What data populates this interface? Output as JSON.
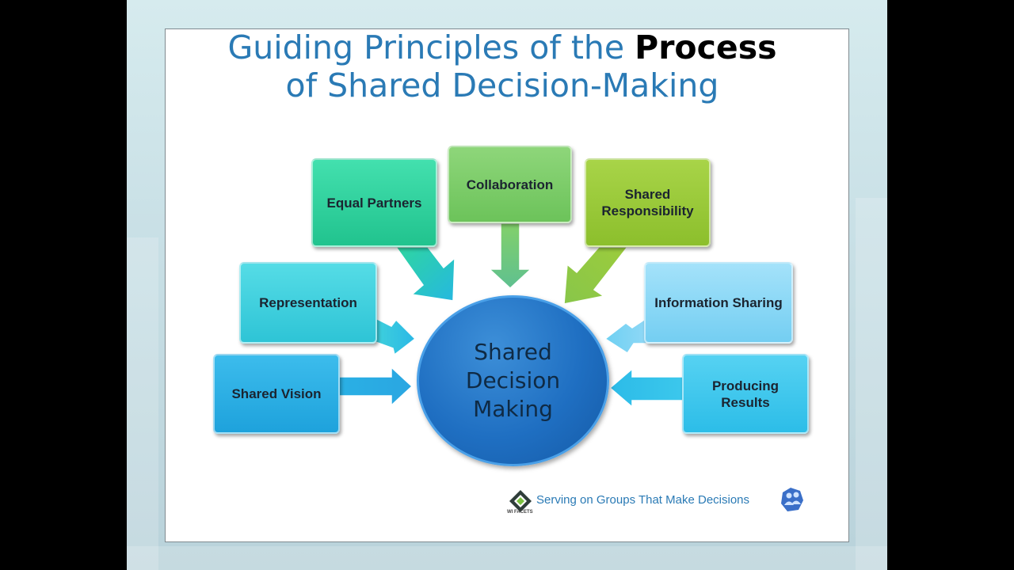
{
  "title": {
    "line1_prefix": "Guiding Principles of the ",
    "line1_bold": "Process",
    "line2": "of Shared Decision-Making"
  },
  "center": {
    "label": "Shared Decision Making"
  },
  "boxes": {
    "equal_partners": "Equal Partners",
    "collaboration": "Collaboration",
    "shared_responsibility": "Shared Responsibility",
    "representation": "Representation",
    "information_sharing": "Information Sharing",
    "shared_vision": "Shared Vision",
    "producing_results": "Producing Results"
  },
  "colors": {
    "equal_partners": "#2fd6a0",
    "collaboration": "#7fcf6a",
    "shared_responsibility": "#9acd40",
    "representation": "#3fd0dc",
    "information_sharing": "#7ed4f4",
    "shared_vision": "#2ab0e4",
    "producing_results": "#3cc8ec"
  },
  "footer": {
    "text": "Serving on Groups That Make Decisions",
    "logo_caption": "WI FACETS"
  }
}
